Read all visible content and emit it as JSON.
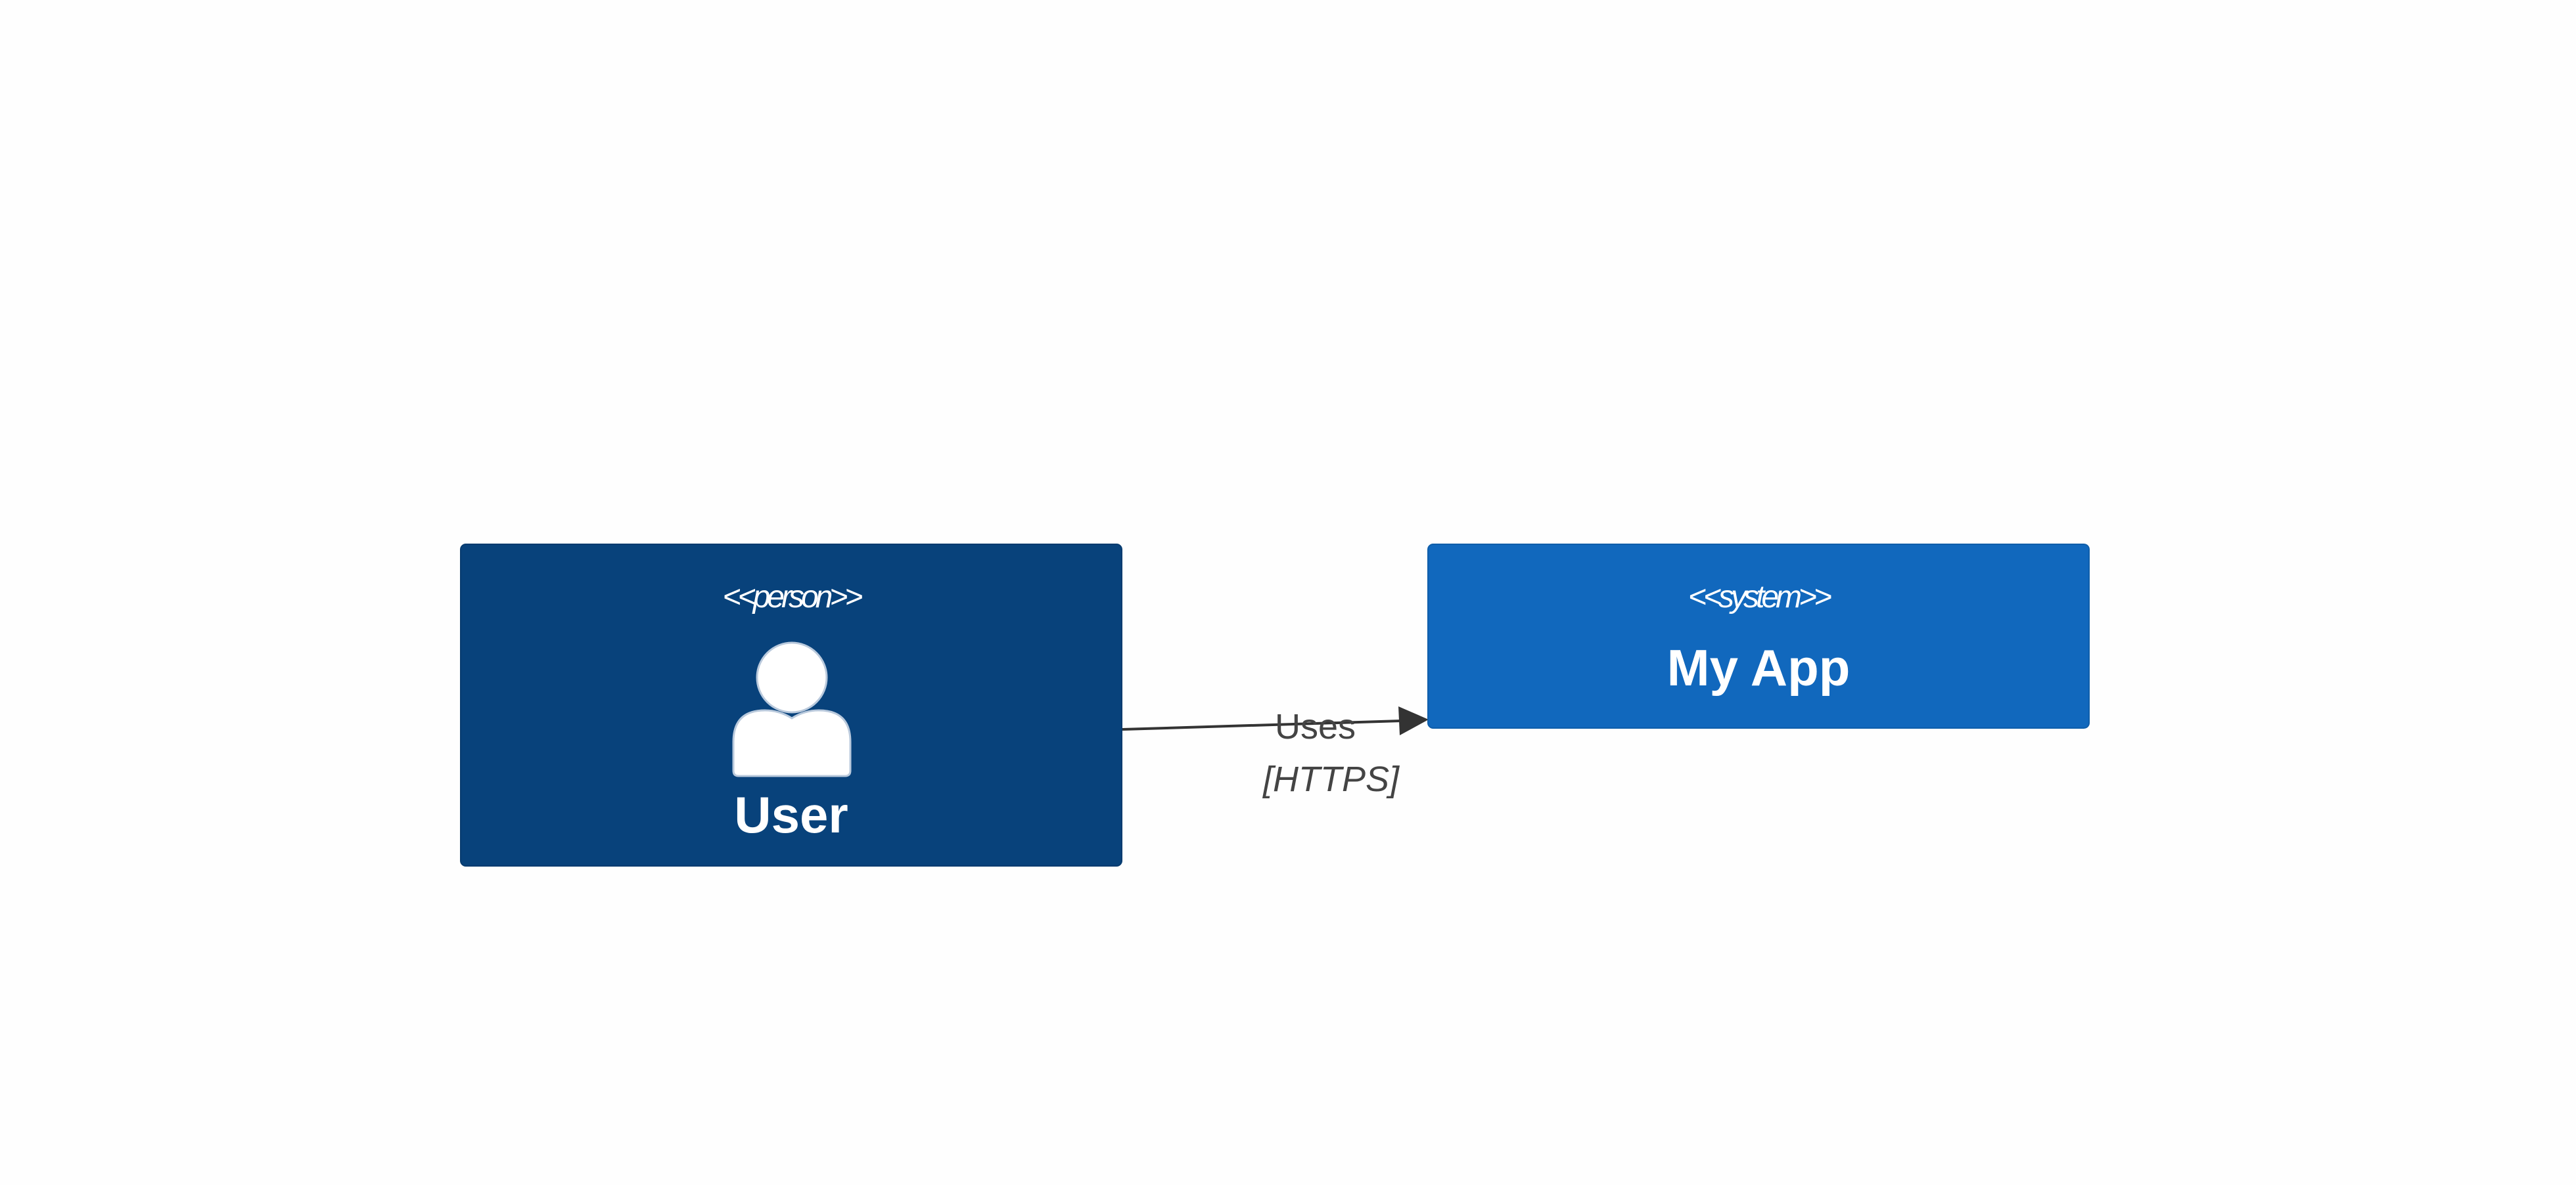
{
  "diagram": {
    "nodes": [
      {
        "id": "user",
        "kind": "person",
        "stereotype": "<<person>>",
        "title": "User",
        "icon": "person-icon",
        "color": "#08427b"
      },
      {
        "id": "my-app",
        "kind": "system",
        "stereotype": "<<system>>",
        "title": "My App",
        "color": "#1168bd"
      }
    ],
    "edges": [
      {
        "from": "user",
        "to": "my-app",
        "label": "Uses",
        "technology": "[HTTPS]",
        "color": "#333333"
      }
    ]
  }
}
